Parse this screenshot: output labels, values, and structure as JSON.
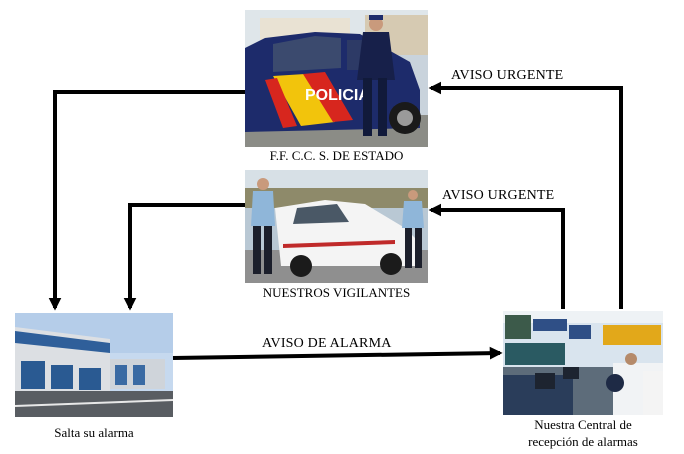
{
  "nodes": {
    "police": {
      "caption": "F.F. C.C. S. DE ESTADO",
      "car_text": "POLICIA"
    },
    "guards": {
      "caption": "NUESTROS VIGILANTES"
    },
    "building": {
      "caption": "Salta su alarma"
    },
    "central": {
      "caption_line1": "Nuestra Central de",
      "caption_line2": "recepción de alarmas"
    }
  },
  "edges": {
    "urgent_police": "AVISO URGENTE",
    "urgent_guards": "AVISO URGENTE",
    "alarm": "AVISO DE ALARMA"
  },
  "colors": {
    "arrow": "#000000",
    "police_blue": "#1d2b6b",
    "police_red": "#d7261e",
    "police_yellow": "#f2c40c",
    "central_screen": "#e2a81a"
  }
}
